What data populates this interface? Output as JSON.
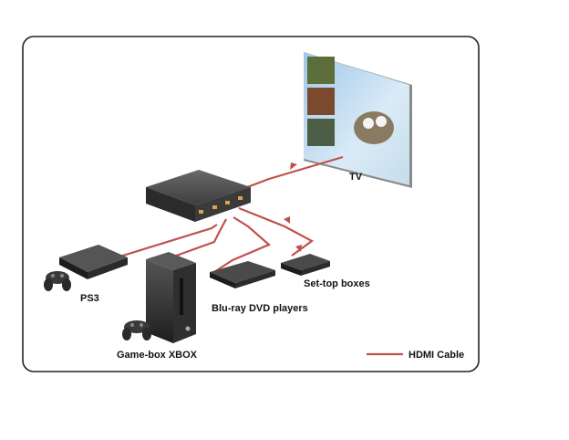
{
  "labels": {
    "tv": "TV",
    "ps3": "PS3",
    "bluray": "Blu-ray DVD players",
    "settop": "Set-top boxes",
    "xbox": "Game-box XBOX"
  },
  "legend": {
    "hdmi": "HDMI Cable"
  },
  "colors": {
    "cable": "#c0504d",
    "frame": "#222222"
  }
}
